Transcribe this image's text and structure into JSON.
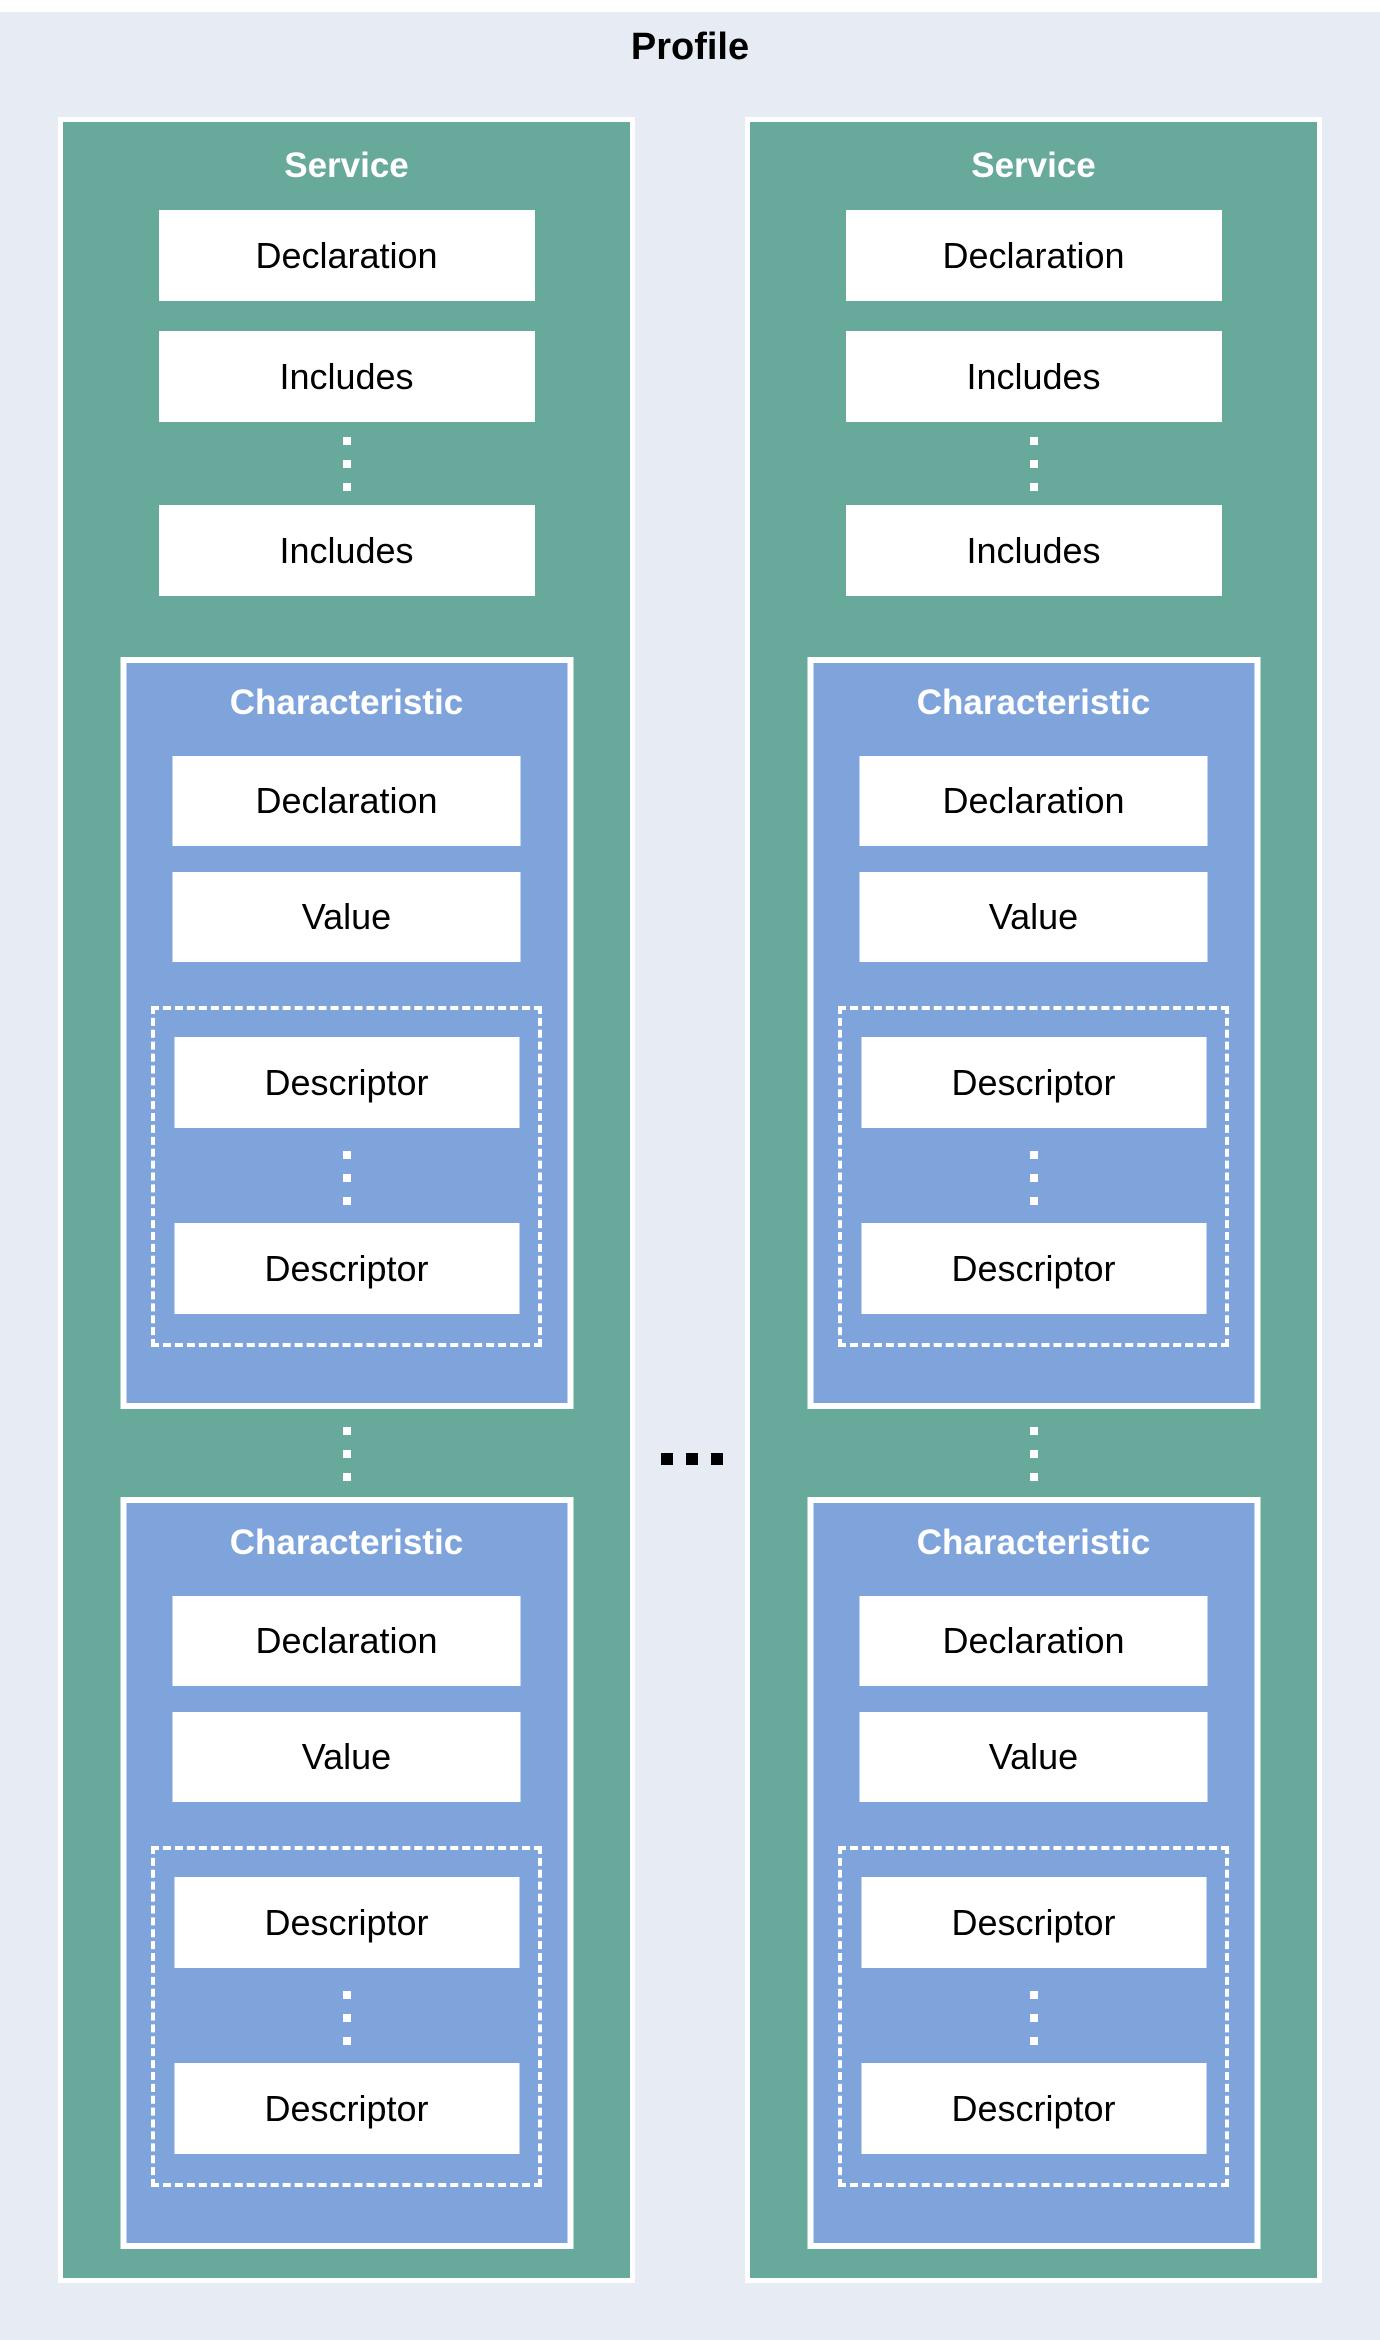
{
  "title": "Profile",
  "labels": {
    "service": "Service",
    "characteristic": "Characteristic",
    "declaration": "Declaration",
    "includes": "Includes",
    "value": "Value",
    "descriptor": "Descriptor"
  },
  "icons": {
    "vertical_ellipsis": "three stacked white square dots",
    "horizontal_ellipsis": "three black square dots"
  },
  "colors": {
    "background": "#e7ecf4",
    "page_border": "#ffffff",
    "service_green": "#67a99a",
    "characteristic_blue": "#7fa4dc",
    "box_background": "#ffffff",
    "label_text": "#000000",
    "header_text": "#ffffff",
    "dashed_border": "#ffffff"
  },
  "columns": [
    {
      "id": "service-1"
    },
    {
      "id": "service-2"
    }
  ]
}
